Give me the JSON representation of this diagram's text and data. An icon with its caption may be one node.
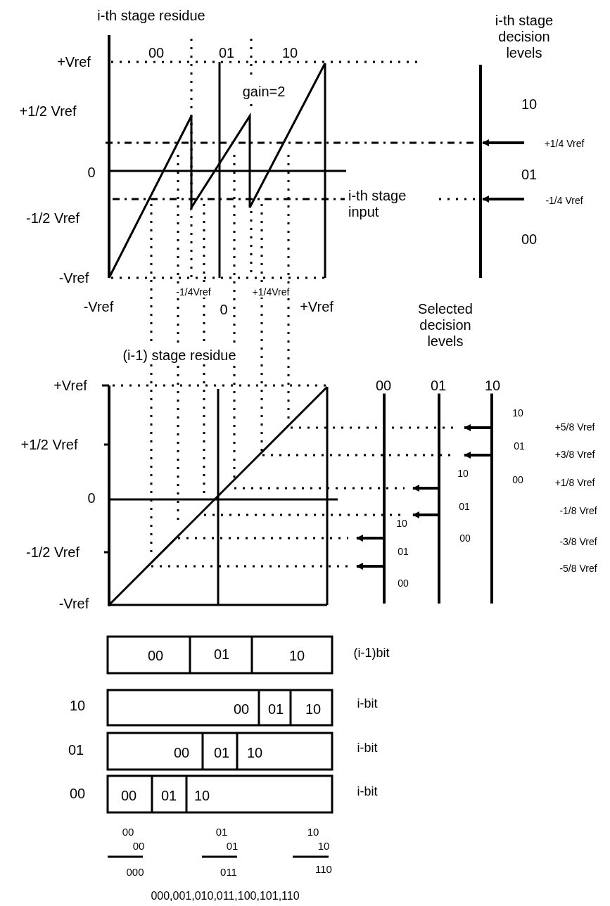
{
  "diagram": {
    "labels": [
      "i-th stage residue",
      "i-th stage decision levels",
      "00",
      "01",
      "10",
      "+Vref",
      "gain=2",
      "10",
      "+1/2 Vref",
      "+1/4 Vref",
      "0",
      "01",
      "i-th stage input",
      "-1/4 Vref",
      "-1/2 Vref",
      "00",
      "-Vref",
      "-1/4Vref",
      "+1/4Vref",
      "-Vref",
      "0",
      "+Vref",
      "Selected decision levels",
      "(i-1) stage residue",
      "+Vref",
      "00",
      "01",
      "10",
      "10",
      "+5/8 Vref",
      "+1/2 Vref",
      "01",
      "+3/8 Vref",
      "10",
      "00",
      "+1/8 Vref",
      "0",
      "01",
      "-1/8 Vref",
      "10",
      "00",
      "-3/8 Vref",
      "-1/2 Vref",
      "01",
      "-5/8 Vref",
      "00",
      "-Vref",
      "00",
      "01",
      "10",
      "(i-1)bit",
      "10",
      "00",
      "01",
      "10",
      "i-bit",
      "01",
      "00",
      "01",
      "10",
      "i-bit",
      "00",
      "00",
      "01",
      "10",
      "i-bit",
      "00",
      "01",
      "10",
      "00",
      "01",
      "10",
      "000",
      "011",
      "110",
      "000,001,010,011,100,101,110"
    ]
  }
}
